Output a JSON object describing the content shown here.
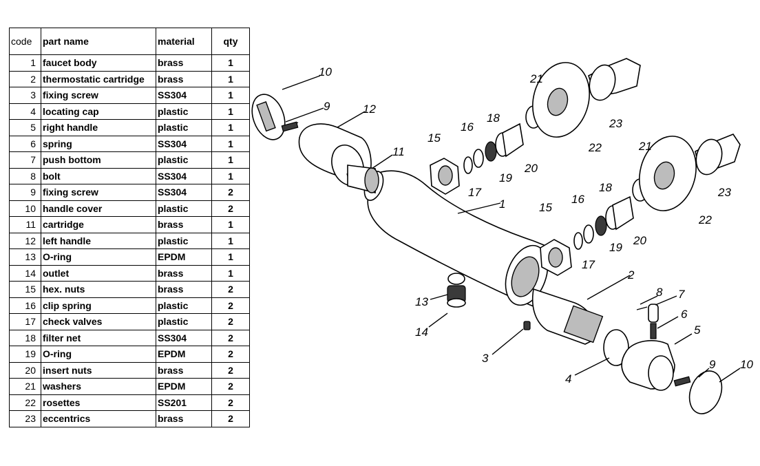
{
  "table": {
    "headers": {
      "code": "code",
      "name": "part name",
      "material": "material",
      "qty": "qty"
    },
    "rows": [
      {
        "code": "1",
        "name": "faucet body",
        "material": "brass",
        "qty": "1"
      },
      {
        "code": "2",
        "name": "thermostatic cartridge",
        "material": "brass",
        "qty": "1"
      },
      {
        "code": "3",
        "name": "fixing screw",
        "material": "SS304",
        "qty": "1"
      },
      {
        "code": "4",
        "name": "locating cap",
        "material": "plastic",
        "qty": "1"
      },
      {
        "code": "5",
        "name": "right handle",
        "material": "plastic",
        "qty": "1"
      },
      {
        "code": "6",
        "name": "spring",
        "material": "SS304",
        "qty": "1"
      },
      {
        "code": "7",
        "name": "push bottom",
        "material": "plastic",
        "qty": "1"
      },
      {
        "code": "8",
        "name": "bolt",
        "material": "SS304",
        "qty": "1"
      },
      {
        "code": "9",
        "name": "fixing screw",
        "material": "SS304",
        "qty": "2"
      },
      {
        "code": "10",
        "name": "handle cover",
        "material": "plastic",
        "qty": "2"
      },
      {
        "code": "11",
        "name": "cartridge",
        "material": "brass",
        "qty": "1"
      },
      {
        "code": "12",
        "name": "left handle",
        "material": "plastic",
        "qty": "1"
      },
      {
        "code": "13",
        "name": "O-ring",
        "material": "EPDM",
        "qty": "1"
      },
      {
        "code": "14",
        "name": "outlet",
        "material": "brass",
        "qty": "1"
      },
      {
        "code": "15",
        "name": "hex. nuts",
        "material": "brass",
        "qty": "2"
      },
      {
        "code": "16",
        "name": "clip spring",
        "material": "plastic",
        "qty": "2"
      },
      {
        "code": "17",
        "name": "check valves",
        "material": "plastic",
        "qty": "2"
      },
      {
        "code": "18",
        "name": "filter net",
        "material": "SS304",
        "qty": "2"
      },
      {
        "code": "19",
        "name": "O-ring",
        "material": "EPDM",
        "qty": "2"
      },
      {
        "code": "20",
        "name": "insert nuts",
        "material": "brass",
        "qty": "2"
      },
      {
        "code": "21",
        "name": "washers",
        "material": "EPDM",
        "qty": "2"
      },
      {
        "code": "22",
        "name": "rosettes",
        "material": "SS201",
        "qty": "2"
      },
      {
        "code": "23",
        "name": "eccentrics",
        "material": "brass",
        "qty": "2"
      }
    ]
  },
  "diagram": {
    "callouts": [
      "1",
      "2",
      "3",
      "4",
      "5",
      "6",
      "7",
      "8",
      "9",
      "10",
      "11",
      "12",
      "13",
      "14",
      "15",
      "16",
      "17",
      "18",
      "19",
      "20",
      "21",
      "22",
      "23"
    ],
    "callouts_repeated": {
      "9b": "9",
      "10b": "10",
      "15b": "15",
      "16b": "16",
      "17b": "17",
      "18b": "18",
      "19b": "19",
      "20b": "20",
      "21b": "21",
      "22b": "22",
      "23b": "23"
    }
  }
}
